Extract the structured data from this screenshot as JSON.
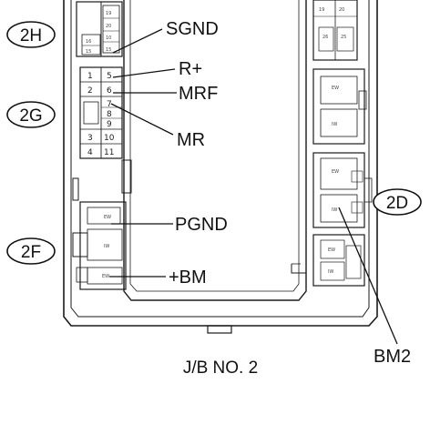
{
  "connectors": {
    "c2H": "2H",
    "c2G": "2G",
    "c2F": "2F",
    "c2D": "2D"
  },
  "signals": {
    "sgnd": "SGND",
    "rplus": "R+",
    "mrf": "MRF",
    "mr": "MR",
    "pgnd": "PGND",
    "bm": "+BM",
    "bm2": "BM2"
  },
  "pins": {
    "p1": "1",
    "p2": "2",
    "p3": "3",
    "p4": "4",
    "p5": "5",
    "p6": "6",
    "p7": "7",
    "p8": "8",
    "p9": "9",
    "p10": "10",
    "p11": "11"
  },
  "caption": "J/B NO. 2"
}
